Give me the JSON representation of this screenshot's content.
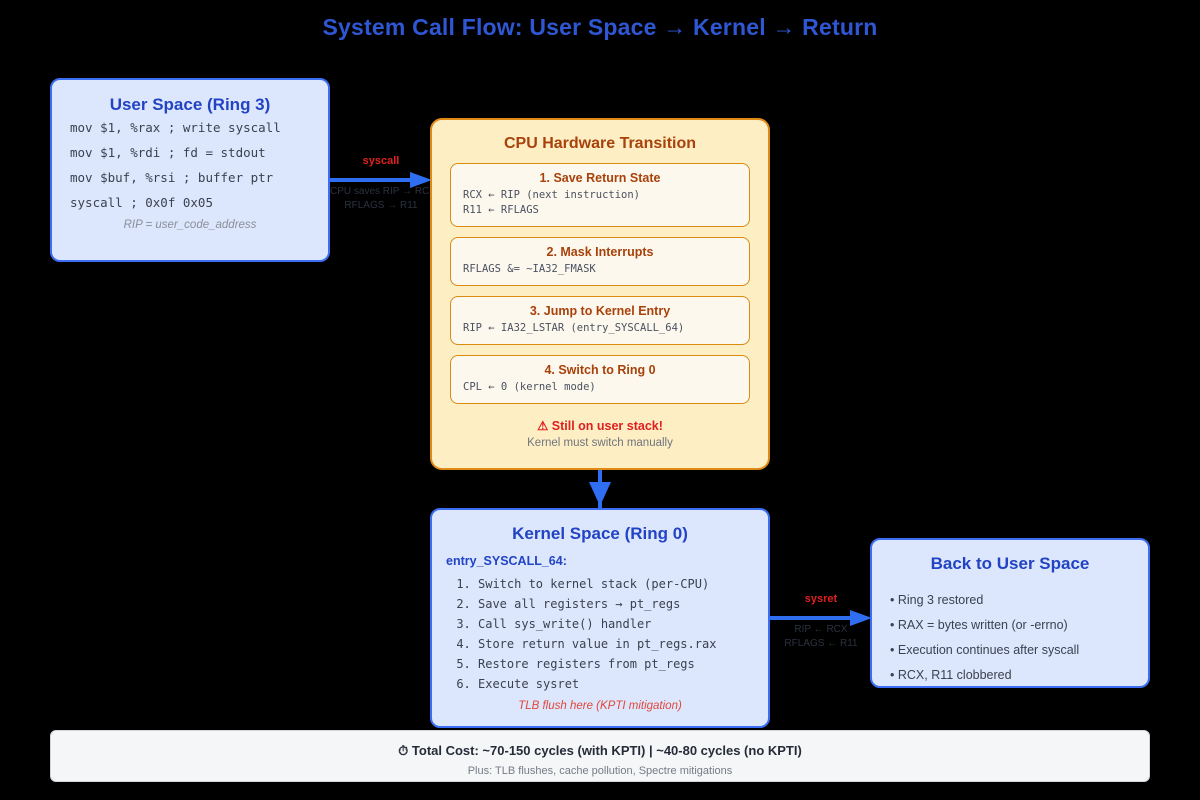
{
  "title": "System Call Flow: User Space → Kernel → Return",
  "colors": {
    "background": "#000000",
    "blue_accent": "#2f57d4",
    "blue_box_bg": "#dce7fd",
    "blue_box_border": "#3b6ef5",
    "amber_box_bg": "#fdeec4",
    "amber_box_border": "#e08a16",
    "amber_title": "#a8420b",
    "red_alert": "#e02020",
    "footer_bg": "#f5f6f8"
  },
  "user_space": {
    "title": "User Space (Ring 3)",
    "code": [
      "mov $1, %rax ; write syscall",
      "mov $1, %rdi ; fd = stdout",
      "mov $buf, %rsi ; buffer ptr",
      "syscall ; 0x0f 0x05"
    ],
    "note": "RIP = user_code_address"
  },
  "syscall_arrow": {
    "label": "syscall",
    "detail_line1": "CPU saves RIP → RCX",
    "detail_line2": "RFLAGS → R11",
    "icon": "arrow-right-icon"
  },
  "cpu": {
    "title": "CPU Hardware Transition",
    "steps": [
      {
        "title": "1. Save Return State",
        "detail": "RCX ← RIP (next instruction)\nR11 ← RFLAGS"
      },
      {
        "title": "2. Mask Interrupts",
        "detail": "RFLAGS &= ~IA32_FMASK"
      },
      {
        "title": "3. Jump to Kernel Entry",
        "detail": "RIP ← IA32_LSTAR (entry_SYSCALL_64)"
      },
      {
        "title": "4. Switch to Ring 0",
        "detail": "CPL ← 0 (kernel mode)"
      }
    ],
    "warning": "⚠ Still on user stack!",
    "warning_sub": "Kernel must switch manually"
  },
  "down_arrow": {
    "icon": "arrow-down-icon"
  },
  "kernel": {
    "title": "Kernel Space (Ring 0)",
    "entry_label": "entry_SYSCALL_64:",
    "steps": [
      "Switch to kernel stack (per-CPU)",
      "Save all registers → pt_regs",
      "Call sys_write() handler",
      "Store return value in pt_regs.rax",
      "Restore registers from pt_regs",
      "Execute sysret"
    ],
    "note": "TLB flush here (KPTI mitigation)"
  },
  "sysret_arrow": {
    "label": "sysret",
    "detail_line1": "RIP ← RCX",
    "detail_line2": "RFLAGS ← R11",
    "icon": "arrow-right-icon"
  },
  "return": {
    "title": "Back to User Space",
    "items": [
      "Ring 3 restored",
      "RAX = bytes written (or -errno)",
      "Execution continues after syscall",
      "RCX, R11 clobbered"
    ]
  },
  "footer": {
    "icon": "stopwatch-icon",
    "main": "⏱ Total Cost: ~70-150 cycles (with KPTI) | ~40-80 cycles (no KPTI)",
    "sub": "Plus: TLB flushes, cache pollution, Spectre mitigations"
  }
}
